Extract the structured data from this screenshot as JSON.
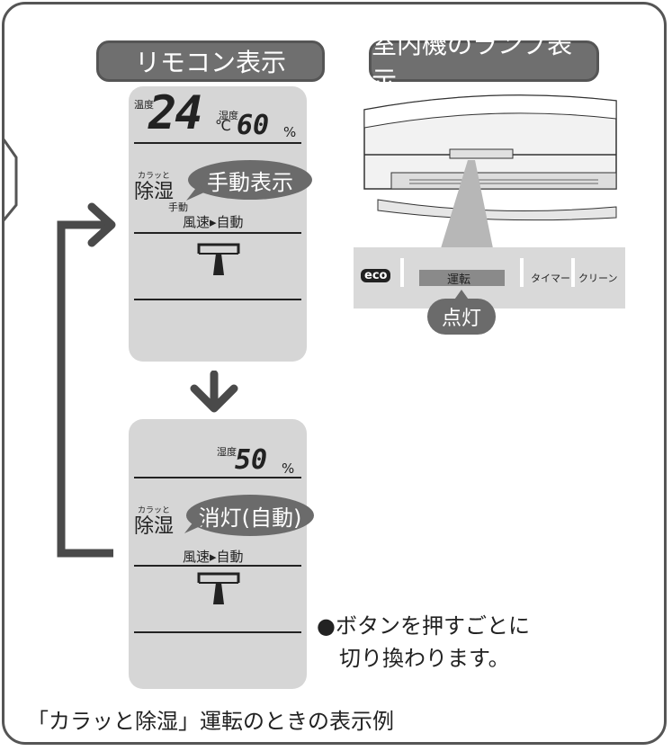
{
  "headers": {
    "remote": "リモコン表示",
    "indoor": "室内機のランプ表示"
  },
  "remote_panel_1": {
    "temp_label": "温度",
    "temp_value": "24",
    "temp_unit": "℃",
    "hum_label": "湿度",
    "hum_value": "60",
    "hum_unit": "%",
    "mode_ruby": "カラッと",
    "mode": "除湿",
    "mode_sub": "手動",
    "bubble": "手動表示",
    "fan": "風速▸自動"
  },
  "remote_panel_2": {
    "hum_label": "湿度",
    "hum_value": "50",
    "hum_unit": "%",
    "mode_ruby": "カラッと",
    "mode": "除湿",
    "bubble": "消灯(自動)",
    "fan": "風速▸自動"
  },
  "lamps": {
    "eco": "eco",
    "run": "運転",
    "timer": "タイマー",
    "clean": "クリーン",
    "lit_bubble": "点灯"
  },
  "note": {
    "line1": "●ボタンを押すごとに",
    "line2": "切り換わります。"
  },
  "caption": "「カラッと除湿」運転のときの表示例",
  "colors": {
    "panel": "#d6d6d6",
    "bubble": "#6b6b6b",
    "frame": "#555555",
    "arrow": "#4a4a4a"
  }
}
